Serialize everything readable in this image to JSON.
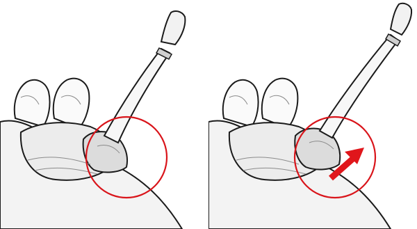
{
  "figure": {
    "panels": [
      {
        "id": "left",
        "highlight": "circle",
        "arrow": false
      },
      {
        "id": "right",
        "highlight": "circle",
        "arrow": true
      }
    ],
    "colors": {
      "background": "#ffffff",
      "sketch": "#1a1a1a",
      "sketch_light": "#8a8a8a",
      "highlight": "#d9141a",
      "arrow": "#e0161b"
    },
    "icons": [
      "highlight-circle",
      "direction-arrow"
    ]
  }
}
